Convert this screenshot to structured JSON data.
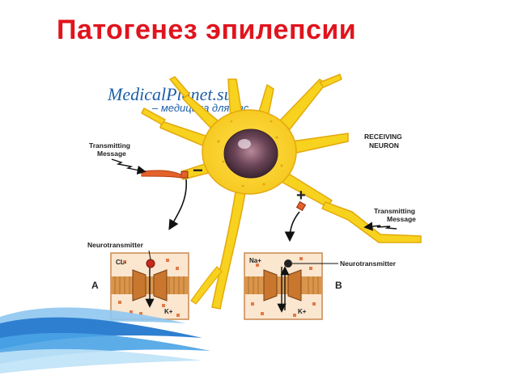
{
  "title": "Патогенез эпилепсии",
  "watermark": {
    "brand": "MedicalPlanet.su",
    "tagline": "– медицина для вас."
  },
  "diagram": {
    "receiving_neuron": [
      "RECEIVING",
      "NEURON"
    ],
    "left_message": [
      "Transmitting",
      "Message"
    ],
    "right_message": [
      "Transmitting",
      "Message"
    ],
    "minus_sign": "−",
    "plus_sign": "+",
    "left_neurotransmitter": "Neurotransmitter",
    "right_neurotransmitter": "Neurotransmitter",
    "panel_a": {
      "label": "A",
      "ion_in": "CL-",
      "ion_out": "K+"
    },
    "panel_b": {
      "label": "B",
      "ion_in": "Na+",
      "ion_out": "K+"
    }
  },
  "colors": {
    "title": "#e0141e",
    "neuron_fill": "#f7d21e",
    "neuron_edge": "#e3a90c",
    "nucleus": "#5a3a4a",
    "panel_bg": "#fbe6cf",
    "panel_border": "#c9894f",
    "channel": "#c9772e",
    "wave_blue": "#2f7fd0",
    "wave_light": "#8fc7ef"
  }
}
